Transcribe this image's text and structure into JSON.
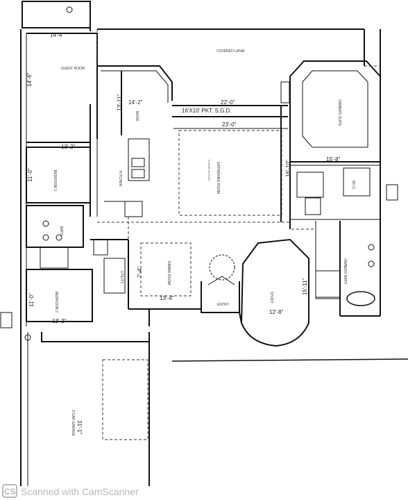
{
  "dimensions": {
    "guest_width": "14'-4\"",
    "guest_depth": "14'-6\"",
    "nook_width": "14'-2\"",
    "nook_depth": "13'-11\"",
    "lanai_width": "22'-0\"",
    "lanai_width_2": "23'-0\"",
    "bed3_width": "13'-2\"",
    "bed3_depth": "11'-0\"",
    "bed2_depth": "11'-0\"",
    "bed2_width": "13'-2\"",
    "util_depth": "7'-4\"",
    "dining_width": "13'-4\"",
    "master_width": "15'-8\"",
    "master_depth": "16'-10\"",
    "study_depth": "15'-11\"",
    "study_width": "12'-8\"",
    "garage_depth": "31'-1\""
  },
  "annotations": {
    "pocket_slider": "16'X10' PKT. S.G.D.",
    "entry": "ENTRY"
  },
  "rooms": {
    "lanai": "COVERED LANAI",
    "guest": "GUEST ROOM",
    "nook": "NOOK",
    "gathering": "GATHERING ROOM",
    "kitchen": "KITCHEN",
    "bed3": "BEDROOM 3",
    "bed2": "BEDROOM 2",
    "bath": "BATH",
    "utility": "UTILITY",
    "dining": "DINING ROOM",
    "master": "OWNERS SUITE",
    "master_bath": "OWNERS BATH",
    "wic": "W.I.C.",
    "study": "STUDY",
    "garage": "3-CAR GARAGE"
  },
  "notes": {
    "floor_outlet": "FLOOR OUTLET"
  },
  "watermark": {
    "text": "Scanned with CamScanner",
    "icon": "CS"
  }
}
